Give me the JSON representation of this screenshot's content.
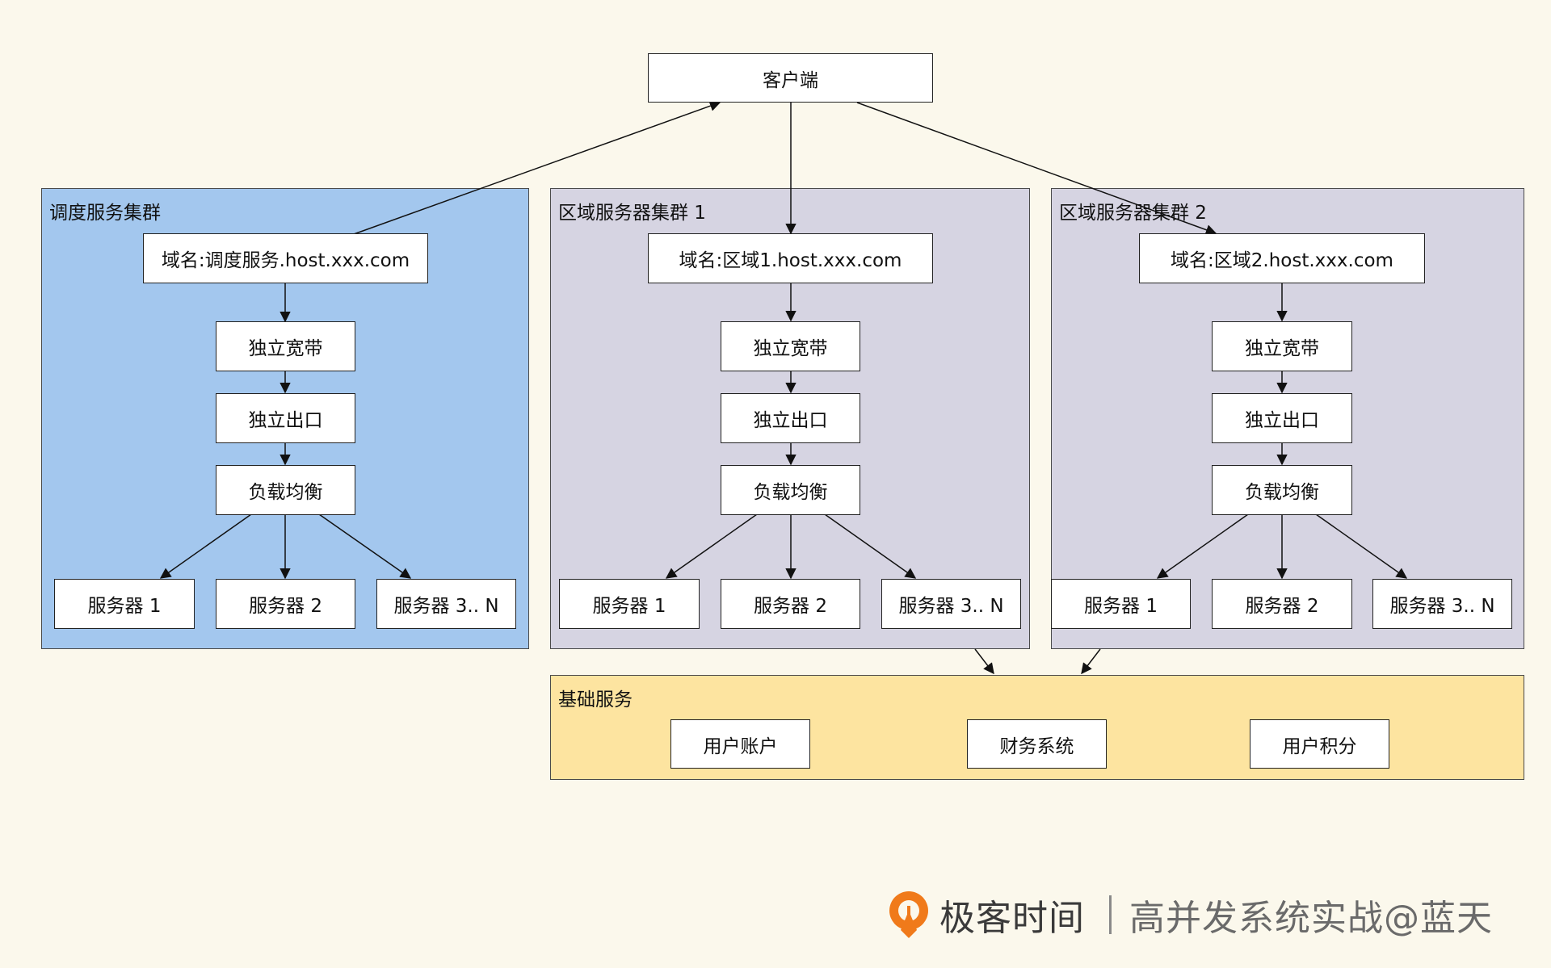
{
  "colors": {
    "background": "#fbf8ec",
    "scheduler_cluster": "#a3c7ee",
    "region_cluster": "#d6d4e2",
    "base_services": "#fde4a0",
    "logo_accent": "#f07a1a"
  },
  "client": {
    "label": "客户端"
  },
  "scheduler": {
    "title": "调度服务集群",
    "domain": "域名:调度服务.host.xxx.com",
    "bandwidth": "独立宽带",
    "egress": "独立出口",
    "load_balancer": "负载均衡",
    "servers": [
      "服务器 1",
      "服务器 2",
      "服务器 3.. N"
    ]
  },
  "region1": {
    "title": "区域服务器集群 1",
    "domain": "域名:区域1.host.xxx.com",
    "bandwidth": "独立宽带",
    "egress": "独立出口",
    "load_balancer": "负载均衡",
    "servers": [
      "服务器 1",
      "服务器 2",
      "服务器 3.. N"
    ]
  },
  "region2": {
    "title": "区域服务器集群 2",
    "domain": "域名:区域2.host.xxx.com",
    "bandwidth": "独立宽带",
    "egress": "独立出口",
    "load_balancer": "负载均衡",
    "servers": [
      "服务器 1",
      "服务器 2",
      "服务器 3.. N"
    ]
  },
  "base": {
    "title": "基础服务",
    "services": [
      "用户账户",
      "财务系统",
      "用户积分"
    ]
  },
  "footer": {
    "brand": "极客时间",
    "course": "高并发系统实战@蓝天",
    "logo_icon": "geektime-logo-icon"
  }
}
